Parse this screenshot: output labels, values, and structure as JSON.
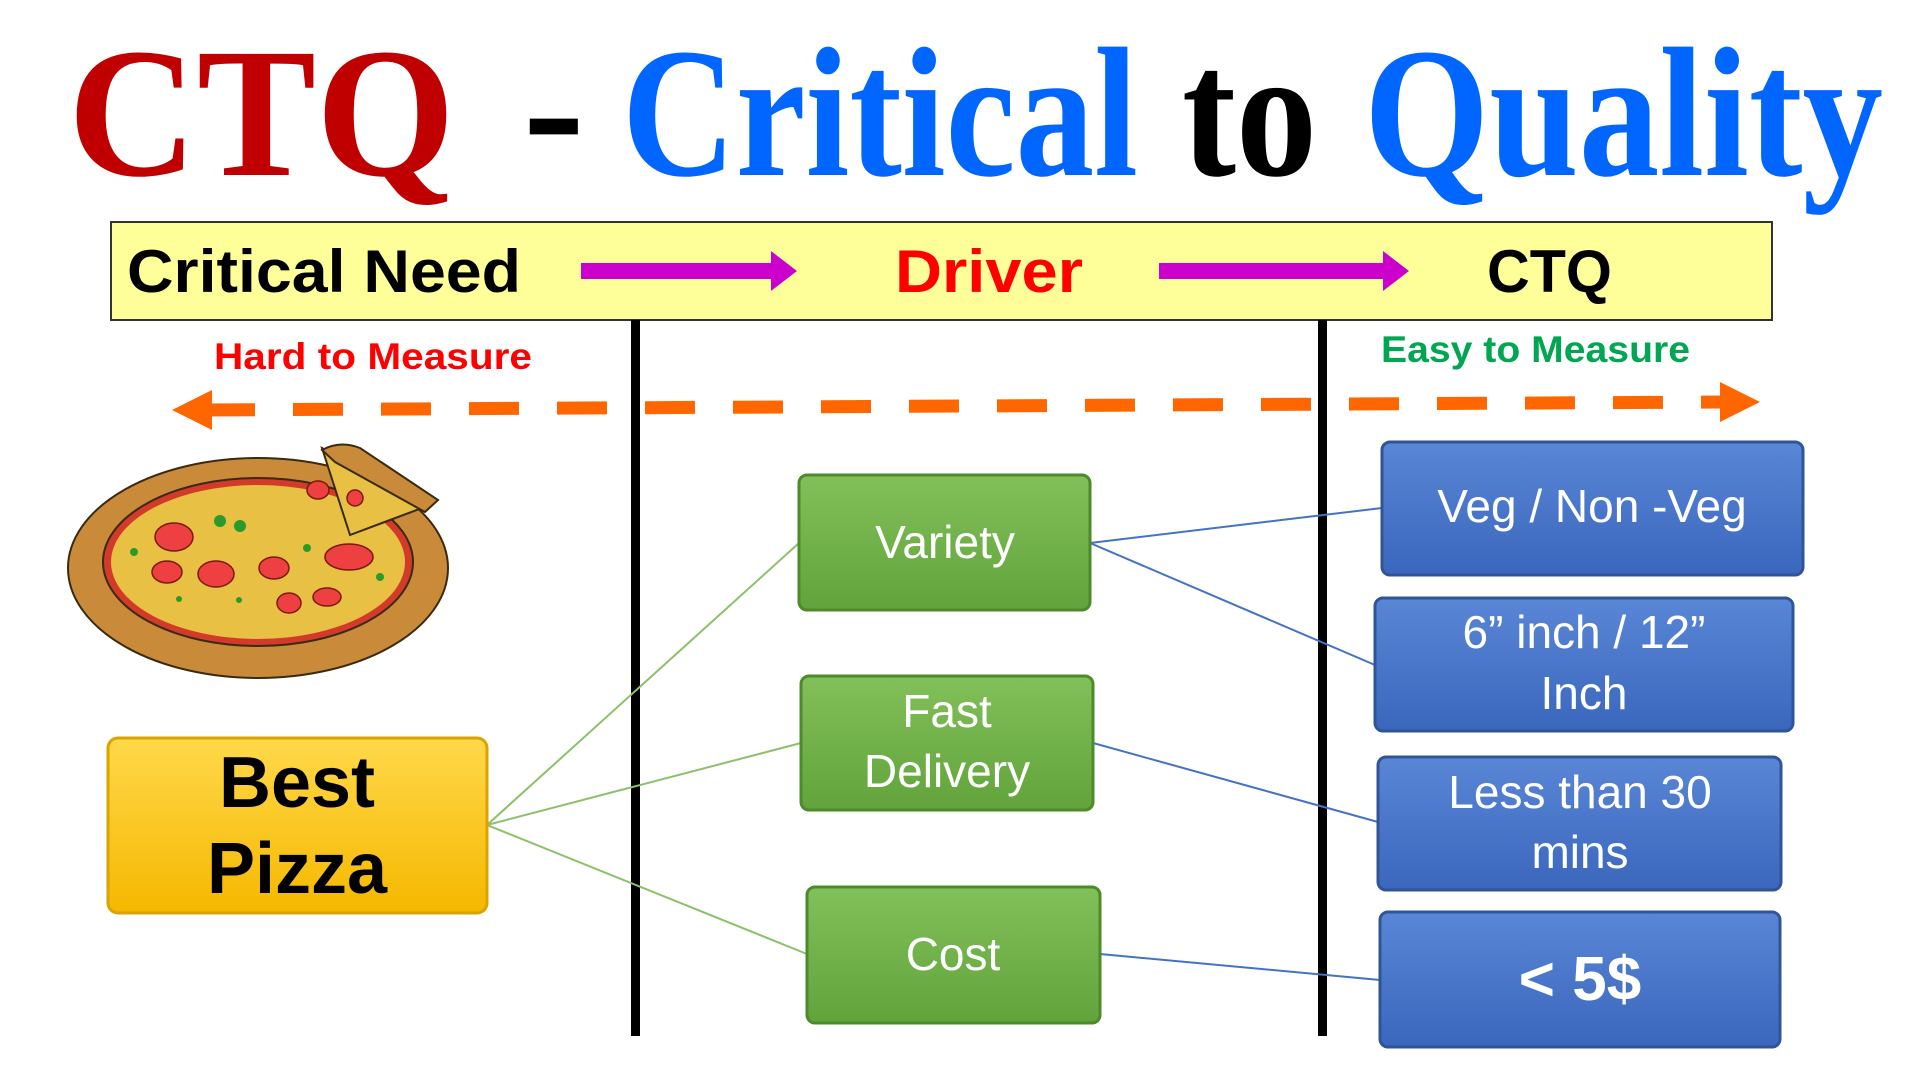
{
  "title": {
    "ctq": "CTQ",
    "dash": "-",
    "critical": "Critical",
    "to": "to",
    "quality": "Quality"
  },
  "header_band": {
    "critical_need": "Critical Need",
    "driver": "Driver",
    "ctq": "CTQ"
  },
  "measure": {
    "hard": "Hard to Measure",
    "easy": "Easy to Measure"
  },
  "need_box": {
    "line1": "Best",
    "line2": "Pizza"
  },
  "drivers": [
    {
      "line1": "Variety",
      "line2": ""
    },
    {
      "line1": "Fast",
      "line2": "Delivery"
    },
    {
      "line1": "Cost",
      "line2": ""
    }
  ],
  "ctqs": [
    {
      "line1": "Veg / Non -Veg",
      "line2": ""
    },
    {
      "line1": "6” inch / 12”",
      "line2": "Inch"
    },
    {
      "line1": "Less than 30",
      "line2": "mins"
    },
    {
      "line1": "< 5$",
      "line2": ""
    }
  ],
  "colors": {
    "ctq_red": "#c00000",
    "blue": "#0066ff",
    "band": "#ffff99",
    "arrow": "#cc00cc",
    "driver_red": "#ff0000",
    "hard_red": "#ff0000",
    "easy_green": "#00a651",
    "dash_orange": "#ff6600",
    "need_yellow": "#ffc000",
    "driver_green": "#70ad47",
    "ctq_blue": "#4472c4"
  },
  "icons": {
    "illustration": "pizza-icon"
  }
}
